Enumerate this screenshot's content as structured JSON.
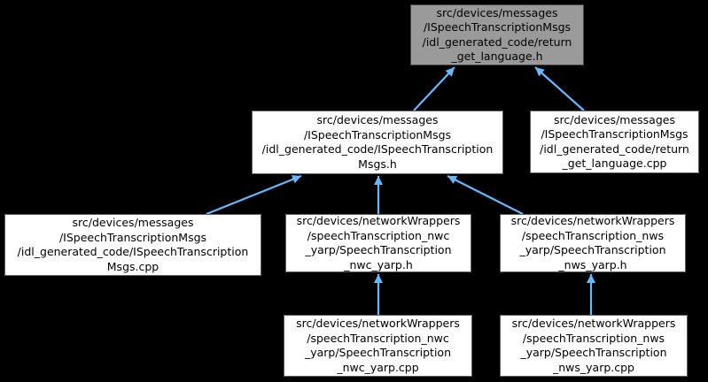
{
  "diagram": {
    "type": "include-dependency-graph",
    "background_color": "#000000",
    "edge_color": "#63B8FF",
    "node_fill": "#ffffff",
    "node_border": "#5f5f5f",
    "highlight_fill": "#9a9a9a",
    "nodes": [
      {
        "id": "return_get_language_h",
        "highlighted": true,
        "lines": [
          "src/devices/messages",
          "/ISpeechTranscriptionMsgs",
          "/idl_generated_code/return",
          "_get_language.h"
        ]
      },
      {
        "id": "ISpeechTranscriptionMsgs_h",
        "highlighted": false,
        "lines": [
          "src/devices/messages",
          "/ISpeechTranscriptionMsgs",
          "/idl_generated_code/ISpeechTranscription",
          "Msgs.h"
        ]
      },
      {
        "id": "return_get_language_cpp",
        "highlighted": false,
        "lines": [
          "src/devices/messages",
          "/ISpeechTranscriptionMsgs",
          "/idl_generated_code/return",
          "_get_language.cpp"
        ]
      },
      {
        "id": "ISpeechTranscriptionMsgs_cpp",
        "highlighted": false,
        "lines": [
          "src/devices/messages",
          "/ISpeechTranscriptionMsgs",
          "/idl_generated_code/ISpeechTranscription",
          "Msgs.cpp"
        ]
      },
      {
        "id": "SpeechTranscription_nwc_yarp_h",
        "highlighted": false,
        "lines": [
          "src/devices/networkWrappers",
          "/speechTranscription_nwc",
          "_yarp/SpeechTranscription",
          "_nwc_yarp.h"
        ]
      },
      {
        "id": "SpeechTranscription_nws_yarp_h",
        "highlighted": false,
        "lines": [
          "src/devices/networkWrappers",
          "/speechTranscription_nws",
          "_yarp/SpeechTranscription",
          "_nws_yarp.h"
        ]
      },
      {
        "id": "SpeechTranscription_nwc_yarp_cpp",
        "highlighted": false,
        "lines": [
          "src/devices/networkWrappers",
          "/speechTranscription_nwc",
          "_yarp/SpeechTranscription",
          "_nwc_yarp.cpp"
        ]
      },
      {
        "id": "SpeechTranscription_nws_yarp_cpp",
        "highlighted": false,
        "lines": [
          "src/devices/networkWrappers",
          "/speechTranscription_nws",
          "_yarp/SpeechTranscription",
          "_nws_yarp.cpp"
        ]
      }
    ],
    "edges": [
      {
        "from": "ISpeechTranscriptionMsgs_h",
        "to": "return_get_language_h"
      },
      {
        "from": "return_get_language_cpp",
        "to": "return_get_language_h"
      },
      {
        "from": "ISpeechTranscriptionMsgs_cpp",
        "to": "ISpeechTranscriptionMsgs_h"
      },
      {
        "from": "SpeechTranscription_nwc_yarp_h",
        "to": "ISpeechTranscriptionMsgs_h"
      },
      {
        "from": "SpeechTranscription_nws_yarp_h",
        "to": "ISpeechTranscriptionMsgs_h"
      },
      {
        "from": "SpeechTranscription_nwc_yarp_cpp",
        "to": "SpeechTranscription_nwc_yarp_h"
      },
      {
        "from": "SpeechTranscription_nws_yarp_cpp",
        "to": "SpeechTranscription_nws_yarp_h"
      }
    ]
  }
}
